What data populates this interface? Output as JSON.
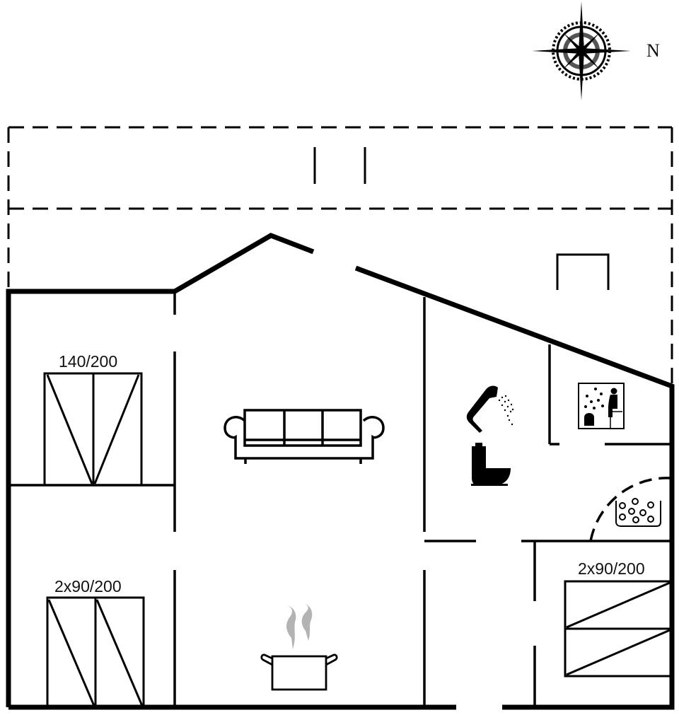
{
  "diagram": {
    "type": "floor-plan",
    "compass": {
      "label": "N"
    },
    "rooms": [
      {
        "id": "bedroom-1",
        "bed_label": "140/200",
        "bed_type": "double"
      },
      {
        "id": "bedroom-2",
        "bed_label": "2x90/200",
        "bed_type": "twin"
      },
      {
        "id": "bedroom-3",
        "bed_label": "2x90/200",
        "bed_type": "twin"
      },
      {
        "id": "living-room",
        "icon": "sofa-icon"
      },
      {
        "id": "kitchen",
        "icon": "cooking-pot-icon"
      },
      {
        "id": "bathroom",
        "icons": [
          "shower-icon",
          "toilet-icon"
        ]
      },
      {
        "id": "sauna",
        "icon": "sauna-icon"
      },
      {
        "id": "spa",
        "icon": "whirlpool-icon"
      }
    ],
    "terrace": {
      "style": "dashed-outline"
    },
    "colors": {
      "wall": "#000000",
      "steam": "#b3b3b3",
      "background": "#ffffff"
    }
  }
}
